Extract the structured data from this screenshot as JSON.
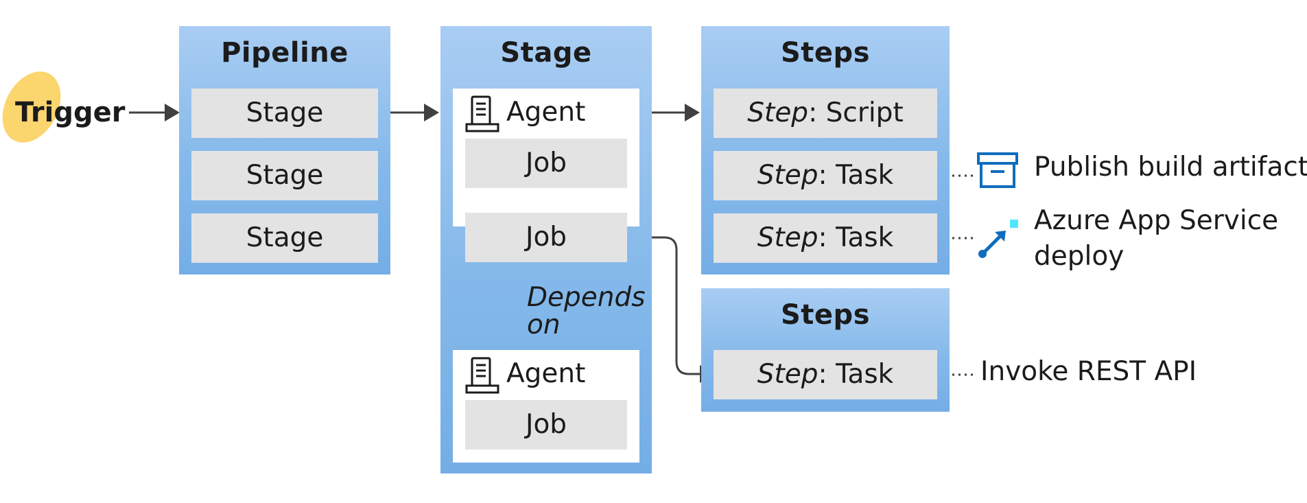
{
  "trigger": {
    "label": "Trigger"
  },
  "pipeline": {
    "title": "Pipeline",
    "stages": [
      "Stage",
      "Stage",
      "Stage"
    ]
  },
  "stage": {
    "title": "Stage",
    "agent_label": "Agent",
    "job_label": "Job",
    "depends_on": [
      "Depends",
      "on"
    ]
  },
  "steps_top": {
    "title": "Steps",
    "rows": [
      {
        "prefix": "Step",
        "rest": ": Script"
      },
      {
        "prefix": "Step",
        "rest": ": Task"
      },
      {
        "prefix": "Step",
        "rest": ": Task"
      }
    ]
  },
  "steps_bottom": {
    "title": "Steps",
    "rows": [
      {
        "prefix": "Step",
        "rest": ": Task"
      }
    ]
  },
  "callouts": {
    "publish": "Publish build artifact",
    "azure_line1": "Azure App Service",
    "azure_line2": "deploy",
    "rest": "Invoke REST API"
  },
  "icons": {
    "trigger": "trigger-blob",
    "agent": "server-icon",
    "publish": "archive-box-icon",
    "azure": "deploy-arrow-icon"
  },
  "colors": {
    "panel_top": "#a9cdf3",
    "panel_bottom": "#74aee6",
    "box": "#e3e3e3",
    "trigger_blob": "#fbd56d",
    "icon_blue": "#0f6cbd",
    "icon_cyan": "#50e6ff",
    "arrow": "#404040"
  }
}
